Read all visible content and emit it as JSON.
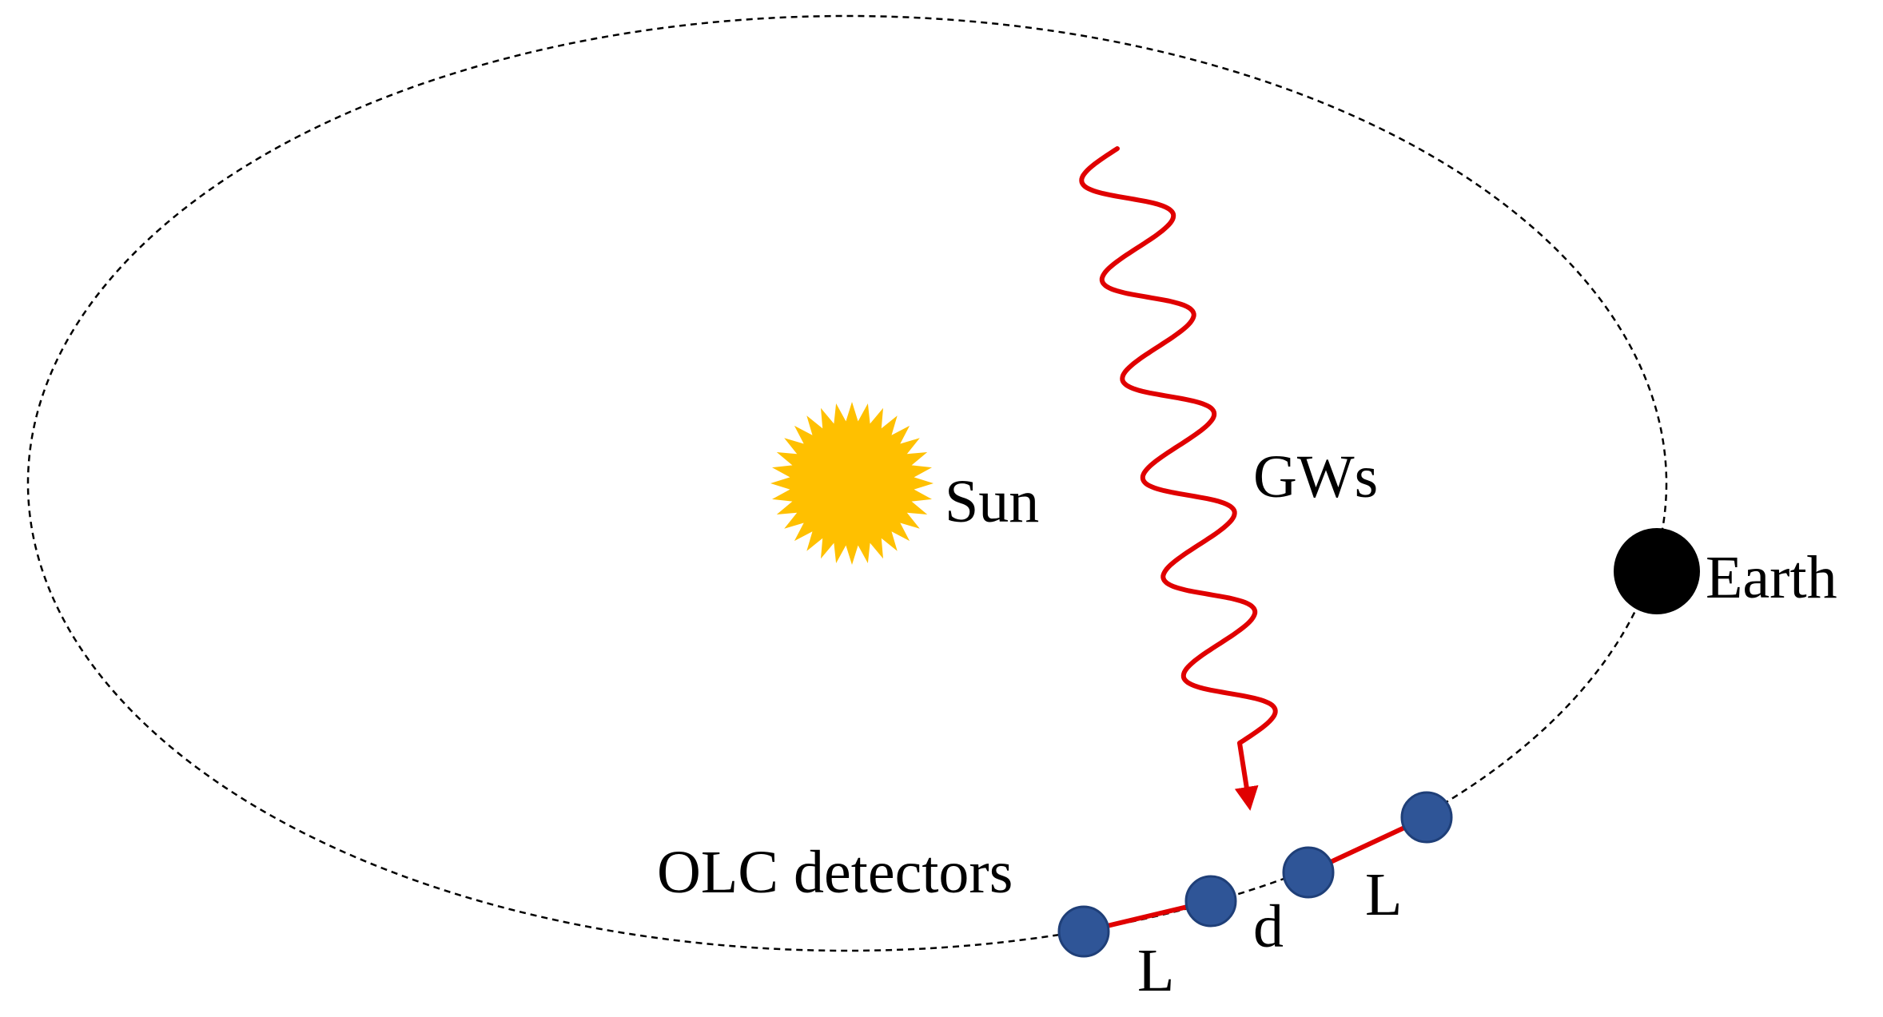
{
  "labels": {
    "sun": "Sun",
    "gws": "GWs",
    "earth": "Earth",
    "detectors": "OLC detectors",
    "baseline_left": "L",
    "separation": "d",
    "baseline_right": "L"
  },
  "colors": {
    "sun": "#FFC000",
    "wave": "#E00000",
    "earth": "#000000",
    "detector": "#2F5597",
    "detector_outline": "#1F3F78",
    "baseline": "#E00000",
    "orbit": "#000000"
  },
  "icons": {
    "sun": "sun-starburst-icon",
    "earth": "earth-disc-icon",
    "detector": "detector-dot-icon",
    "wave": "wavy-arrow-icon"
  }
}
